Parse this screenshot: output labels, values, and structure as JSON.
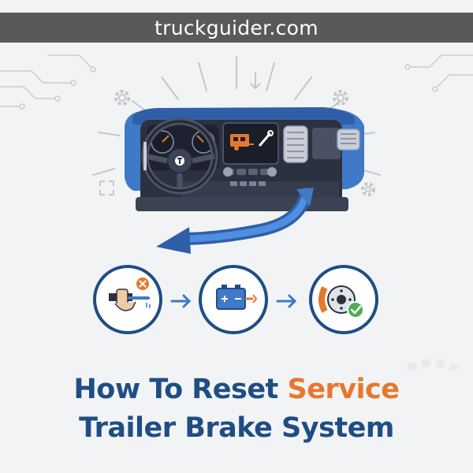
{
  "site": {
    "domain": "truckguider.com"
  },
  "headline": {
    "line1_prefix": "How To Reset ",
    "line1_accent": "Service",
    "line2": "Trailer Brake System"
  },
  "colors": {
    "navy": "#1f4d84",
    "blue": "#3f79c7",
    "accent": "#e8772e",
    "success": "#4caf50",
    "dash_dark": "#2c3140",
    "banner": "#58595b"
  },
  "icons": {
    "steps": [
      "hand-lever-cancel-icon",
      "battery-disconnect-icon",
      "brake-disc-check-icon"
    ],
    "arrows": [
      "arrow-right-icon",
      "arrow-right-icon"
    ],
    "decor": [
      "gear-icon",
      "gear-icon",
      "circuit-lines",
      "trailer-wrench-icon",
      "curved-arrow-icon"
    ]
  }
}
